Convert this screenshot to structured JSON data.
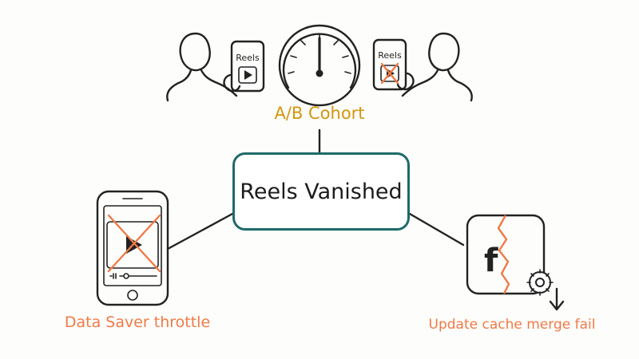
{
  "diagram": {
    "center": {
      "label": "Reels Vanished"
    },
    "branches": [
      {
        "id": "ab",
        "label": "A/B Cohort",
        "color": "#d4960f"
      },
      {
        "id": "ds",
        "label": "Data Saver throttle",
        "color": "#f07a47"
      },
      {
        "id": "uc",
        "label": "Update cache merge fail",
        "color": "#f07a47"
      }
    ],
    "phone_labels": {
      "left": "Reels",
      "right": "Reels"
    },
    "logo_letter": "f",
    "colors": {
      "accent_red": "#f07a47",
      "node_border": "#1f6a6a",
      "ink": "#222222"
    }
  }
}
